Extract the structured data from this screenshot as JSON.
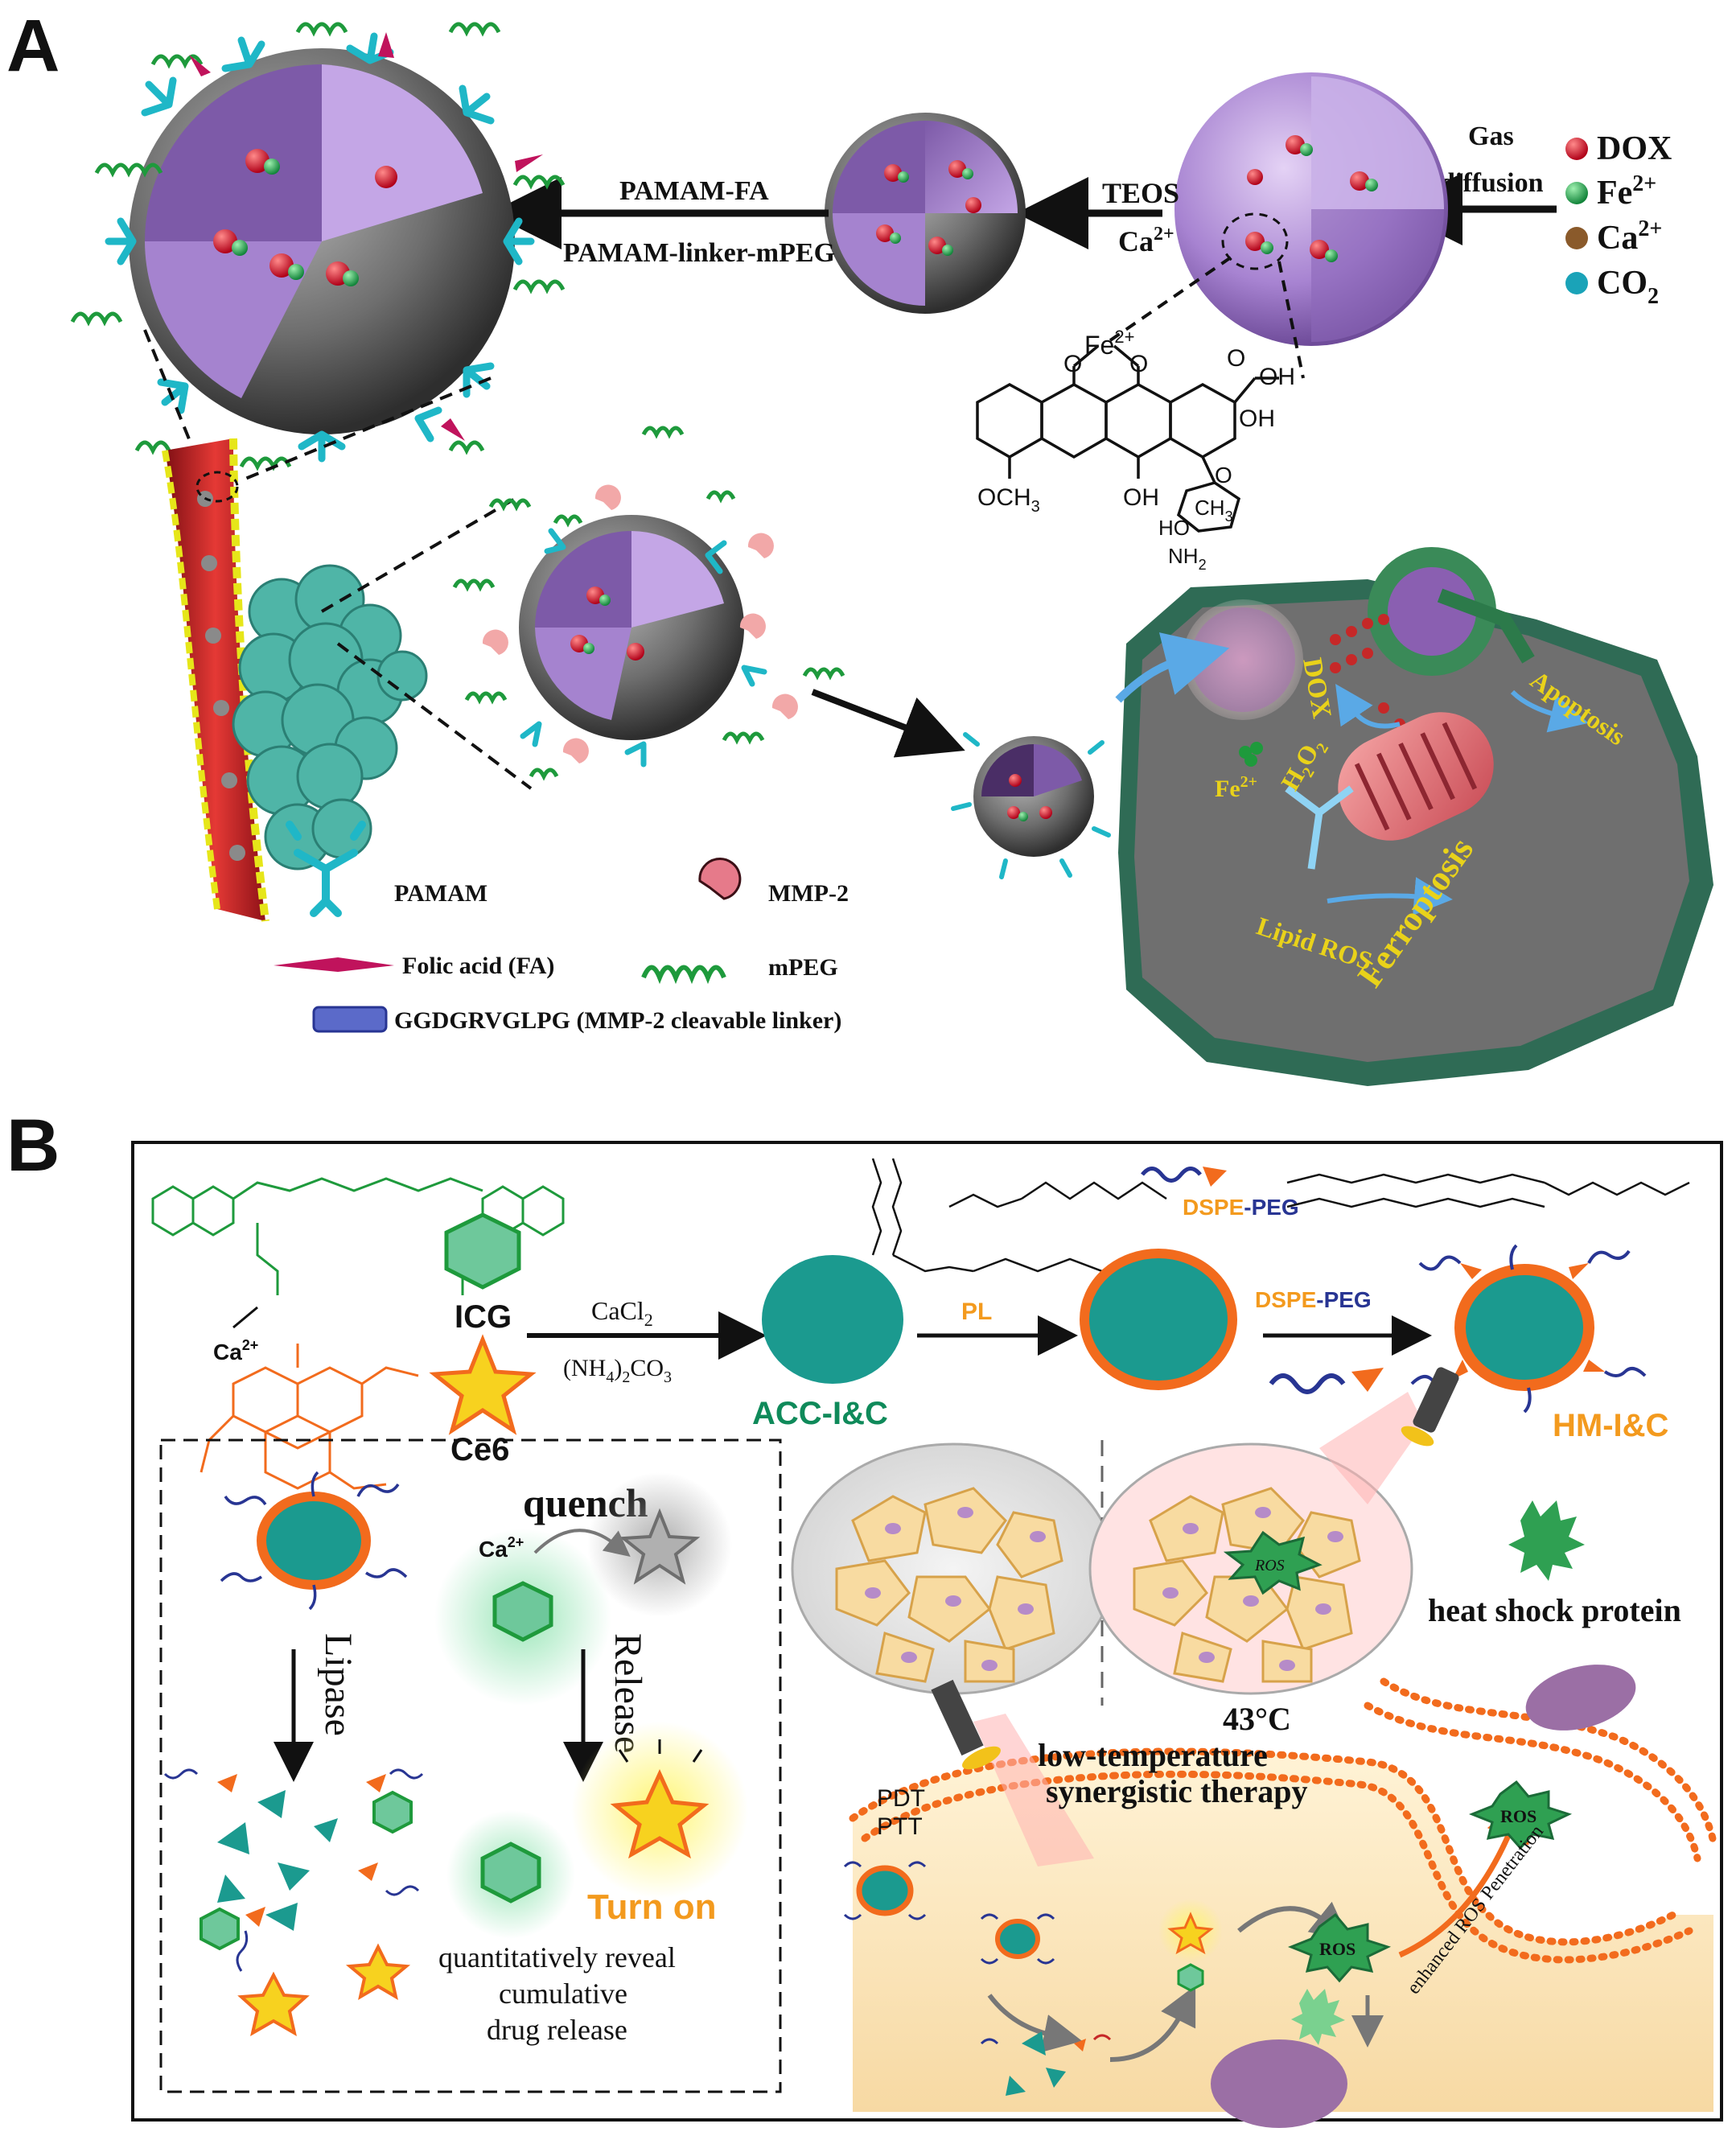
{
  "panelA": {
    "panel_label": "A",
    "legend_right": {
      "items": [
        {
          "label": "DOX",
          "sup": "",
          "color": "#c8102e"
        },
        {
          "label": "Fe",
          "sup": "2+",
          "color": "#19a04a"
        },
        {
          "label": "Ca",
          "sup": "2+",
          "color": "#8a5a2b"
        },
        {
          "label": "CO",
          "sub": "2",
          "color": "#1aa3b8"
        }
      ]
    },
    "gas_diffusion_line1": "Gas",
    "gas_diffusion_line2": "diffusion",
    "teos_label": "TEOS",
    "ca_label": "Ca",
    "ca_sup": "2+",
    "pamam_fa_label": "PAMAM-FA",
    "pamam_linker_label": "PAMAM-linker-mPEG",
    "structure": {
      "fe_label": "Fe",
      "fe_sup": "2+",
      "o_left": "O",
      "o_right": "O",
      "oh_top": "OH",
      "o_ketone": "O",
      "oh_mid": "OH",
      "oh_ring": "OH",
      "och3": "OCH",
      "och3_sub": "3",
      "o_sugar": "O",
      "ch3": "CH",
      "ch3_sub": "3",
      "ho": "HO",
      "nh2": "NH",
      "nh2_sub": "2"
    },
    "cell_labels": {
      "dox": "DOX",
      "fe": "Fe",
      "fe_sup": "2+",
      "h2o2": "H",
      "h2o2_sub1": "2",
      "h2o2_mid": "O",
      "h2o2_sub2": "2",
      "apoptosis": "Apoptosis",
      "ferroptosis": "Ferroptosis",
      "lipid_ros": "Lipid ROS"
    },
    "legend_bottom": {
      "pamam": "PAMAM",
      "folic_acid": "Folic acid (FA)",
      "mmp2": "MMP-2",
      "mpeg": "mPEG",
      "linker": "GGDGRVGLPG (MMP-2 cleavable linker)"
    }
  },
  "panelB": {
    "panel_label": "B",
    "icg": "ICG",
    "ce6": "Ce6",
    "ca_label": "Ca",
    "ca_sup": "2+",
    "cacl2": "CaCl",
    "cacl2_sub": "2",
    "nh4co3_a": "(NH",
    "nh4co3_b": "4",
    "nh4co3_c": ")",
    "nh4co3_d": "2",
    "nh4co3_e": "CO",
    "nh4co3_f": "3",
    "acc": "ACC-I&C",
    "pl": "PL",
    "dspe_top_a": "DSPE",
    "dspe_top_b": "-PEG",
    "dspe_arrow_a": "DSPE",
    "dspe_arrow_b": "-PEG",
    "hm": "HM-I&C",
    "quench": "quench",
    "quench_ca": "Ca",
    "quench_ca_sup": "2+",
    "lipase": "Lipase",
    "release": "Release",
    "turn_on": "Turn on",
    "reveal1": "quantitatively reveal",
    "reveal2": "cumulative",
    "reveal3": "drug release",
    "ros_dish": "ROS",
    "heat_shock": "heat shock protein",
    "temp": "43°C",
    "low_temp1": "low-temperature",
    "low_temp2": "synergistic therapy",
    "pdt": "PDT",
    "ptt": "PTT",
    "ros_a": "ROS",
    "ros_b": "ROS",
    "enhanced": "enhanced ROS Penetration"
  },
  "colors": {
    "teal": "#1b9a8f",
    "orange": "#f26b1d",
    "purple": "#9b73c9",
    "grey_sphere": "#6e6e6e",
    "cell_green": "#2f6b55",
    "vessel_red": "#c62828",
    "text_yellow": "#e9d21a",
    "navy": "#283593",
    "green_text": "#0f8a5a",
    "orange_text": "#f39a1e"
  }
}
